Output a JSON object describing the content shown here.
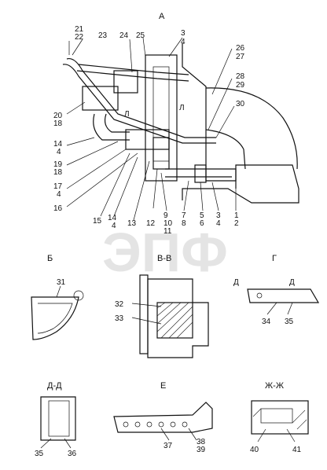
{
  "views": {
    "a": "А",
    "b": "Б",
    "vv": "В-В",
    "g": "Г",
    "d_arrow": "Д",
    "dd": "Д-Д",
    "e": "Е",
    "zhzh": "Ж-Ж"
  },
  "watermark": "ЭПФ",
  "callouts_main": {
    "c21": "21",
    "c22": "22",
    "c23": "23",
    "c24": "24",
    "c25": "25",
    "c3": "3",
    "c4": "4",
    "c26": "26",
    "c27": "27",
    "c28": "28",
    "c29": "29",
    "c30": "30",
    "c20": "20",
    "c18": "18",
    "c14a": "14",
    "c4a": "4",
    "c19": "19",
    "c18b": "18",
    "c17": "17",
    "c4b": "4",
    "c16": "16",
    "c15": "15",
    "c14b": "14",
    "c4c": "4",
    "c13": "13",
    "c12": "12",
    "c9": "9",
    "c10": "10",
    "c11": "11",
    "c7": "7",
    "c8": "8",
    "c5": "5",
    "c6": "6",
    "c3b": "3",
    "c4d": "4",
    "c1": "1",
    "c2": "2",
    "lL1": "Л",
    "lL2": "Л"
  },
  "callouts_small": {
    "c31": "31",
    "c32": "32",
    "c33": "33",
    "c34": "34",
    "c35": "35",
    "c35b": "35",
    "c36": "36",
    "c37": "37",
    "c38": "38",
    "c39": "39",
    "c40": "40",
    "c41": "41"
  },
  "colors": {
    "line": "#111111",
    "watermark": "#e4e4e4"
  }
}
